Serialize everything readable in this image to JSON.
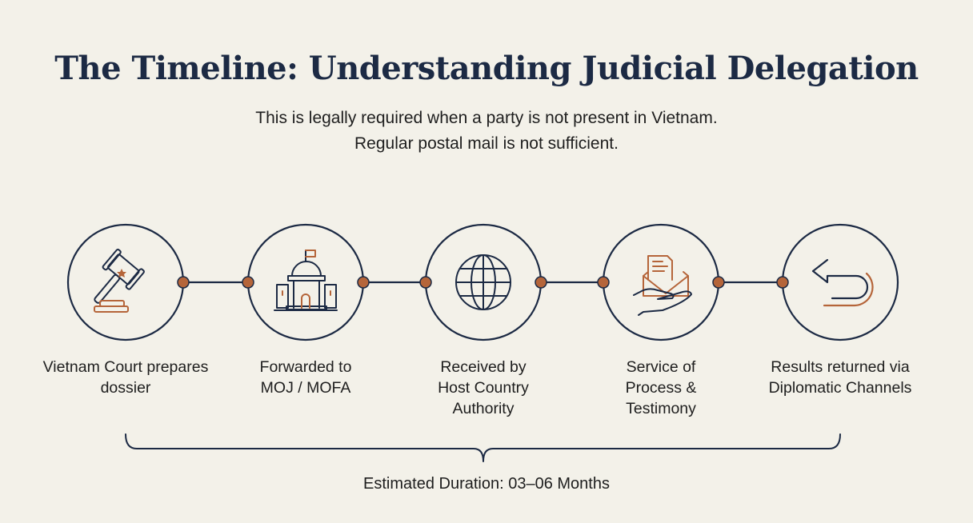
{
  "title": "The Timeline: Understanding Judicial Delegation",
  "subtitle": [
    "This is legally required when a party is not present in Vietnam.",
    "Regular postal mail is not sufficient."
  ],
  "steps": [
    {
      "icon": "gavel-icon",
      "label": "Vietnam Court prepares dossier"
    },
    {
      "icon": "government-building-icon",
      "label": "Forwarded to MOJ / MOFA"
    },
    {
      "icon": "globe-icon",
      "label": "Received by Host Country Authority"
    },
    {
      "icon": "hand-envelope-icon",
      "label": "Service of Process & Testimony"
    },
    {
      "icon": "return-arrow-icon",
      "label": "Results returned via Diplomatic Channels"
    }
  ],
  "duration": "Estimated Duration: 03–06 Months",
  "colors": {
    "navy": "#1c2a44",
    "copper": "#b5653a",
    "background": "#f3f1e9"
  }
}
